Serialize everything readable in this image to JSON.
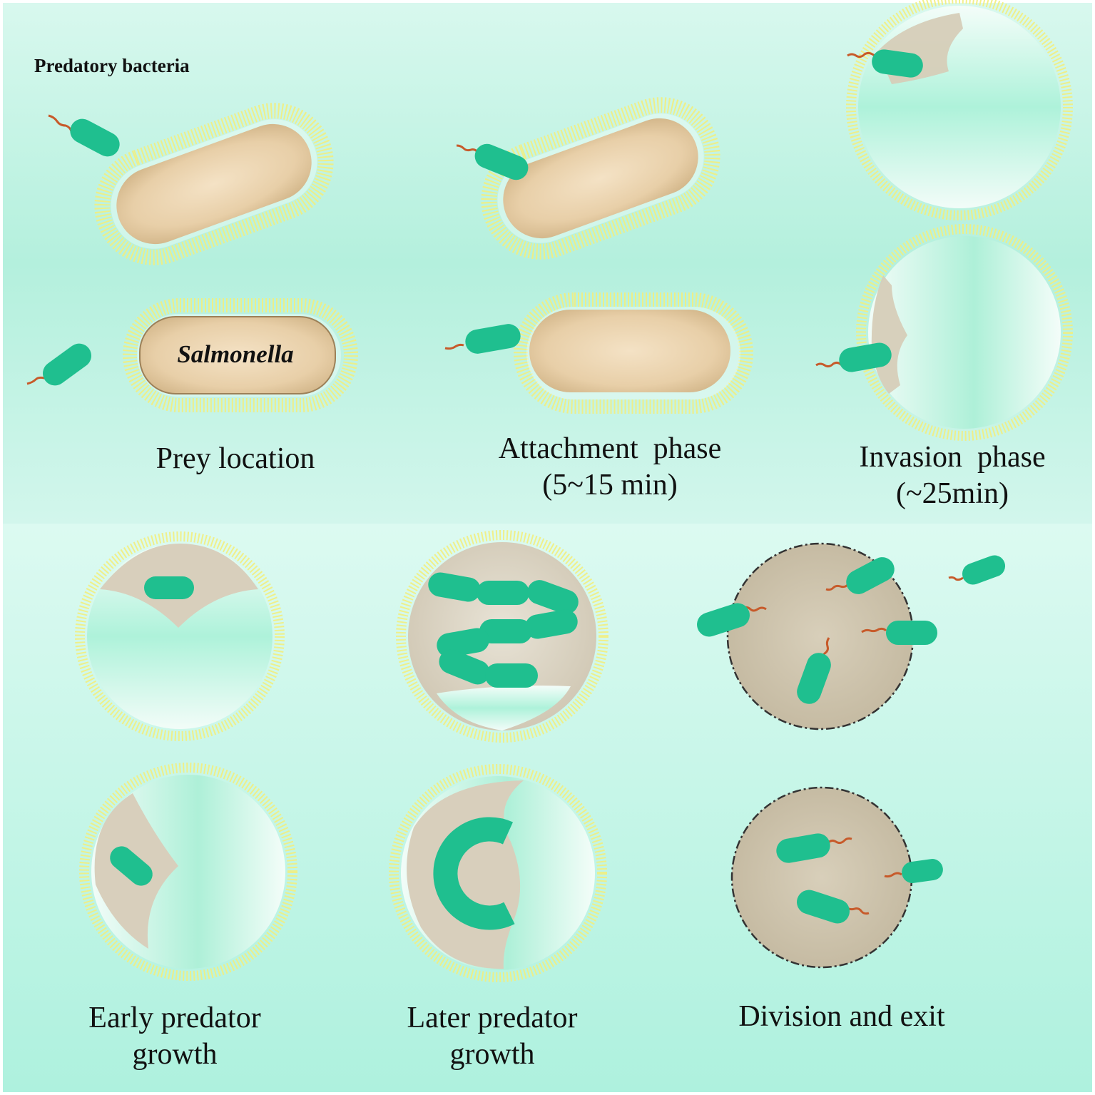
{
  "labels": {
    "predatory_bacteria": "Predatory bacteria",
    "salmonella": "Salmonella"
  },
  "stages": [
    {
      "line1": "Prey location",
      "line2": ""
    },
    {
      "line1": "Attachment  phase",
      "line2": "(5~15 min)"
    },
    {
      "line1": "Invasion  phase",
      "line2": "(~25min)"
    },
    {
      "line1": "Early predator",
      "line2": "growth"
    },
    {
      "line1": "Later predator",
      "line2": "growth"
    },
    {
      "line1": "Division and exit",
      "line2": ""
    }
  ],
  "colors": {
    "background": "#b6f3e2",
    "predator": "#1fbf8f",
    "flagellum": "#c75a2a",
    "prey_cytoplasm": "#e3c9a3",
    "lps_fringe": "#f4f07a",
    "bdelloplast_interior": "#d8cfbc"
  }
}
